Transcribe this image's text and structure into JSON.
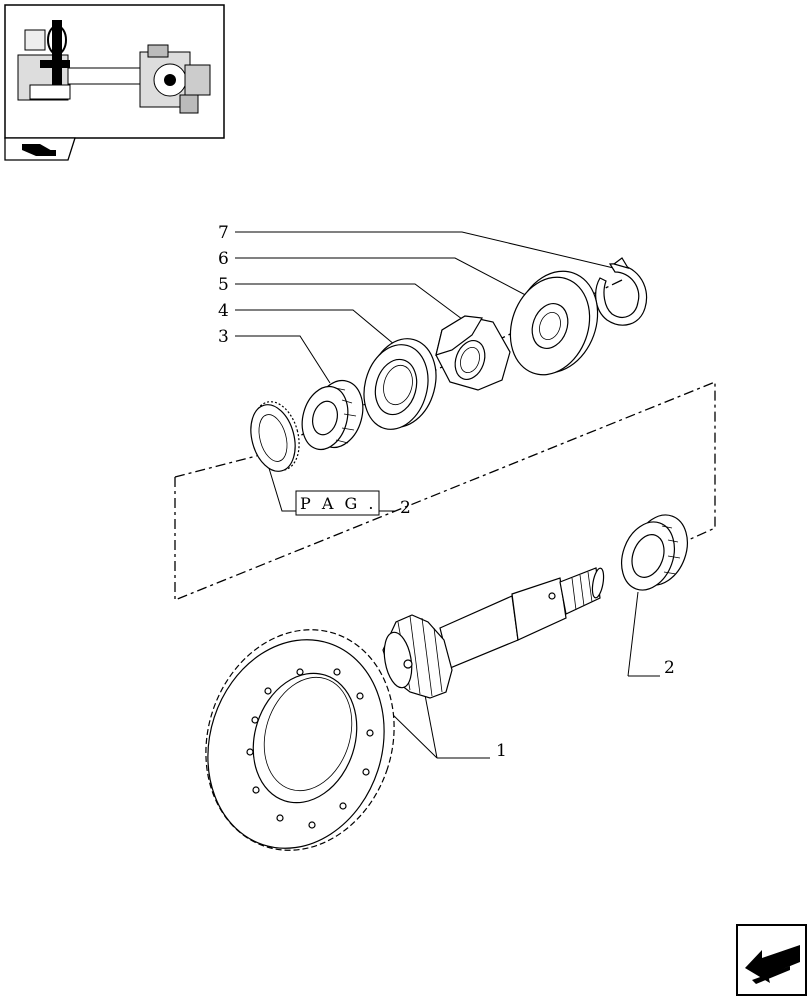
{
  "callouts": {
    "c1": "1",
    "c2a": "2",
    "c2b": "2",
    "c3": "3",
    "c4": "4",
    "c5": "5",
    "c6": "6",
    "c7": "7"
  },
  "pag_label": "P A G .",
  "icons": {
    "thumbnail": "axle-assembly-thumbnail",
    "section_tab": "book-arrow-icon",
    "nav": "back-arrow-icon"
  }
}
